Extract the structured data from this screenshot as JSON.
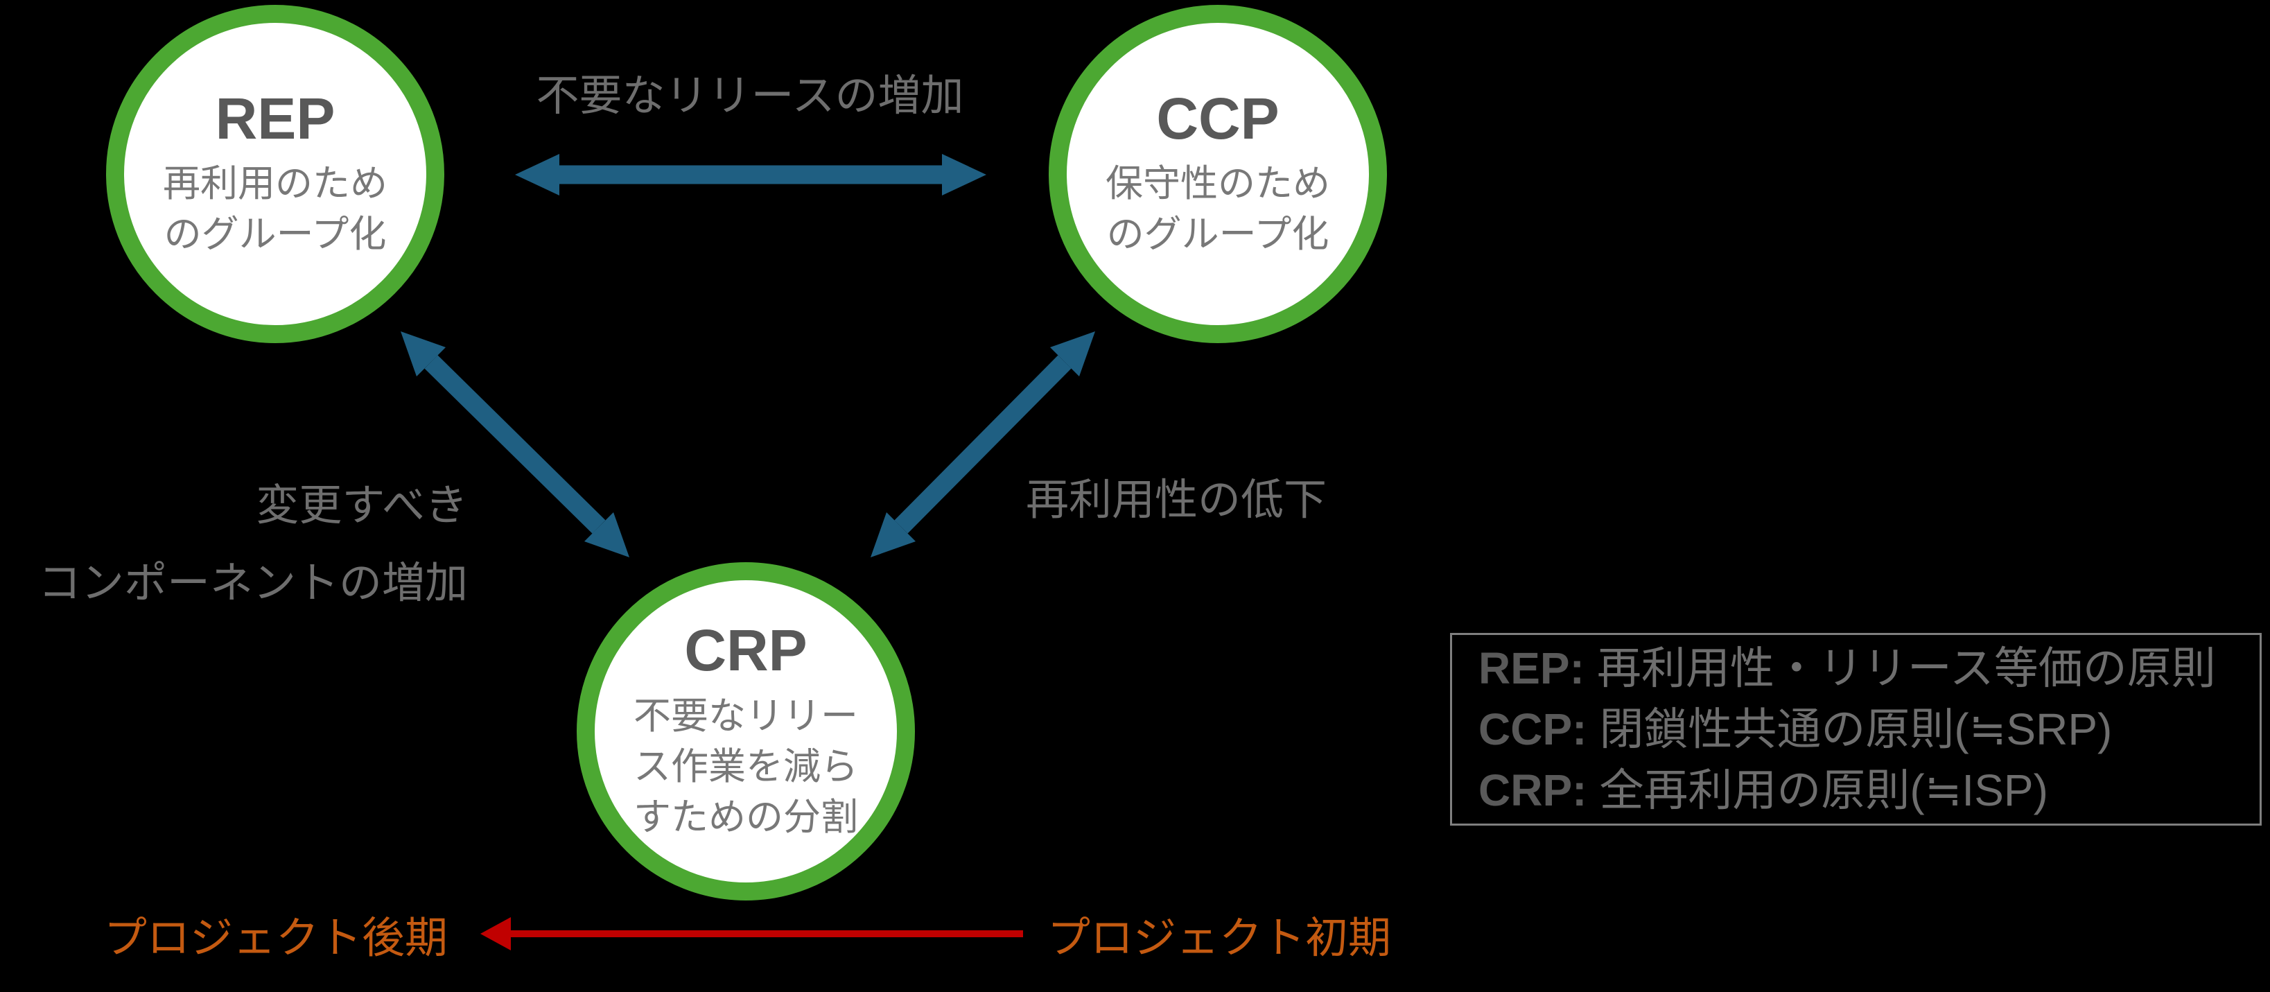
{
  "colors": {
    "background": "#000000",
    "circle_ring_green": "#4CA832",
    "circle_fill": "#FFFFFF",
    "arrow_blue": "#1F5F82",
    "arrow_red": "#C00000",
    "project_orange": "#C45A11",
    "title_gray": "#595959",
    "subtitle_gray": "#787878",
    "label_gray": "#6E6E6E",
    "legend_border_gray": "#7F7F7F"
  },
  "circles": [
    {
      "id": "rep",
      "title": "REP",
      "subtitle_lines": [
        "再利用のため",
        "のグループ化"
      ]
    },
    {
      "id": "ccp",
      "title": "CCP",
      "subtitle_lines": [
        "保守性のため",
        "のグループ化"
      ]
    },
    {
      "id": "crp",
      "title": "CRP",
      "subtitle_lines": [
        "不要なリリー",
        "ス作業を減ら",
        "すための分割"
      ]
    }
  ],
  "edge_labels": {
    "rep_ccp": "不要なリリースの増加",
    "rep_crp_lines": [
      "変更すべき",
      "コンポーネントの増加"
    ],
    "ccp_crp": "再利用性の低下"
  },
  "legend": {
    "items": [
      {
        "abbr": "REP:",
        "text": "再利用性・リリース等価の原則"
      },
      {
        "abbr": "CCP:",
        "text": "閉鎖性共通の原則(≒SRP)"
      },
      {
        "abbr": "CRP:",
        "text": "全再利用の原則(≒ISP)"
      }
    ]
  },
  "timeline": {
    "late_label": "プロジェクト後期",
    "early_label": "プロジェクト初期"
  }
}
